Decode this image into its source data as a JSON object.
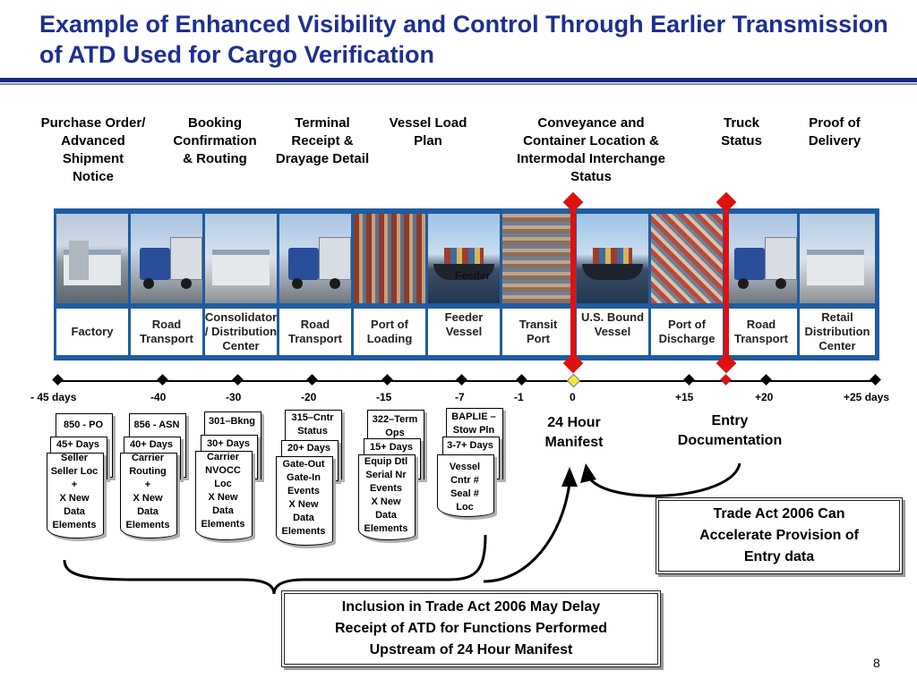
{
  "title": "Example of Enhanced Visibility and Control Through Earlier Transmission of ATD Used for Cargo Verification",
  "stage_headers": [
    "Purchase Order/\nAdvanced\nShipment\nNotice",
    "Booking\nConfirmation\n& Routing",
    "Terminal\nReceipt &\nDrayage Detail",
    "Vessel Load\nPlan",
    "Conveyance and\nContainer Location &\nIntermodal Interchange\nStatus",
    "Truck\nStatus",
    "Proof of\nDelivery"
  ],
  "strip_labels": [
    "Factory",
    "Road\nTransport",
    "Consolidator\n/ Distribution\nCenter",
    "Road\nTransport",
    "Port of\nLoading",
    "Feeder\nVessel",
    "Transit\nPort",
    "U.S. Bound\nVessel",
    "Port of\nDischarge",
    "Road\nTransport",
    "Retail\nDistribution\nCenter"
  ],
  "feeder_overlay": "Feeder",
  "timeline_labels": [
    "- 45 days",
    "-40",
    "-30",
    "-20",
    "-15",
    "-7",
    "-1",
    "0",
    "+15",
    "+20",
    "+25 days"
  ],
  "documents": [
    {
      "header": "850 - PO",
      "days": "45+ Days",
      "body": "Seller\nSeller Loc\n+\nX New\nData\nElements"
    },
    {
      "header": "856 - ASN",
      "days": "40+ Days",
      "body": "Carrier\nRouting\n+\nX New\nData\nElements"
    },
    {
      "header": "301–Bkng",
      "days": "30+ Days",
      "body": "Carrier\nNVOCC\nLoc\nX New\nData\nElements"
    },
    {
      "header": "315–Cntr\nStatus",
      "days": "20+ Days",
      "body": "Gate-Out\nGate-In\nEvents\nX New\nData\nElements"
    },
    {
      "header": "322–Term\nOps",
      "days": "15+ Days",
      "body": "Equip Dtl\nSerial Nr\nEvents\nX New\nData\nElements"
    },
    {
      "header": "BAPLIE –\nStow Pln",
      "days": "3-7+ Days",
      "body": "Vessel\nCntr #\nSeal #\nLoc"
    }
  ],
  "manifest_label": "24 Hour\nManifest",
  "entry_label": "Entry\nDocumentation",
  "box_trade_act": "Trade Act 2006 Can\nAccelerate Provision of\nEntry data",
  "box_inclusion": "Inclusion in Trade Act 2006 May Delay\nReceipt of ATD for Functions Performed\nUpstream of 24 Hour Manifest",
  "page_number": "8",
  "colors": {
    "title": "#1f2f8f",
    "rule": "#1c2a7a",
    "strip": "#1f5ca0",
    "red": "#e01010"
  }
}
